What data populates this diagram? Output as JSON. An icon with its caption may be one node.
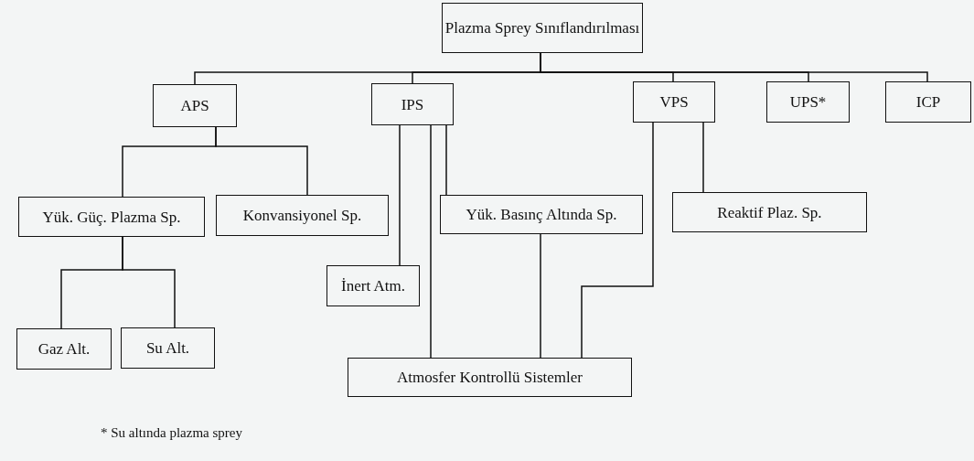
{
  "diagram": {
    "nodes": [
      {
        "text": [
          "Plazma Sprey Sınıflandırılması"
        ]
      },
      {
        "text": [
          "APS"
        ]
      },
      {
        "text": [
          "IPS"
        ]
      },
      {
        "text": [
          "VPS"
        ]
      },
      {
        "text": [
          "UPS*"
        ]
      },
      {
        "text": [
          "ICP"
        ]
      },
      {
        "text": [
          "Yük. Güç. Plazma Sp."
        ]
      },
      {
        "text": [
          "Konvansiyonel Sp."
        ]
      },
      {
        "text": [
          "Yük. Basınç Altında Sp."
        ]
      },
      {
        "text": [
          "Reaktif Plaz. Sp."
        ]
      },
      {
        "text": [
          "İnert Atm."
        ]
      },
      {
        "text": [
          "Gaz Alt."
        ]
      },
      {
        "text": [
          "Su Alt."
        ]
      },
      {
        "text": [
          "Atmosfer Kontrollü Sistemler"
        ]
      }
    ],
    "edges": [
      {
        "from": 0,
        "to": 1,
        "arrow": "none"
      },
      {
        "from": 0,
        "to": 2,
        "arrow": "none"
      },
      {
        "from": 0,
        "to": 3,
        "arrow": "none"
      },
      {
        "from": 0,
        "to": 4,
        "arrow": "none"
      },
      {
        "from": 0,
        "to": 5,
        "arrow": "none"
      },
      {
        "from": 1,
        "to": 6,
        "arrow": "none"
      },
      {
        "from": 1,
        "to": 7,
        "arrow": "none"
      },
      {
        "from": 6,
        "to": 11,
        "arrow": "none"
      },
      {
        "from": 6,
        "to": 12,
        "arrow": "none"
      },
      {
        "from": 2,
        "to": 10,
        "arrow": "none"
      },
      {
        "from": 2,
        "to": 13,
        "arrow": "none"
      },
      {
        "from": 2,
        "to": 8,
        "arrow": "none"
      },
      {
        "from": 8,
        "to": 13,
        "arrow": "none"
      },
      {
        "from": 3,
        "to": 13,
        "arrow": "none"
      },
      {
        "from": 3,
        "to": 9,
        "arrow": "none"
      }
    ],
    "labels": [
      "* Su altında plazma sprey"
    ]
  }
}
